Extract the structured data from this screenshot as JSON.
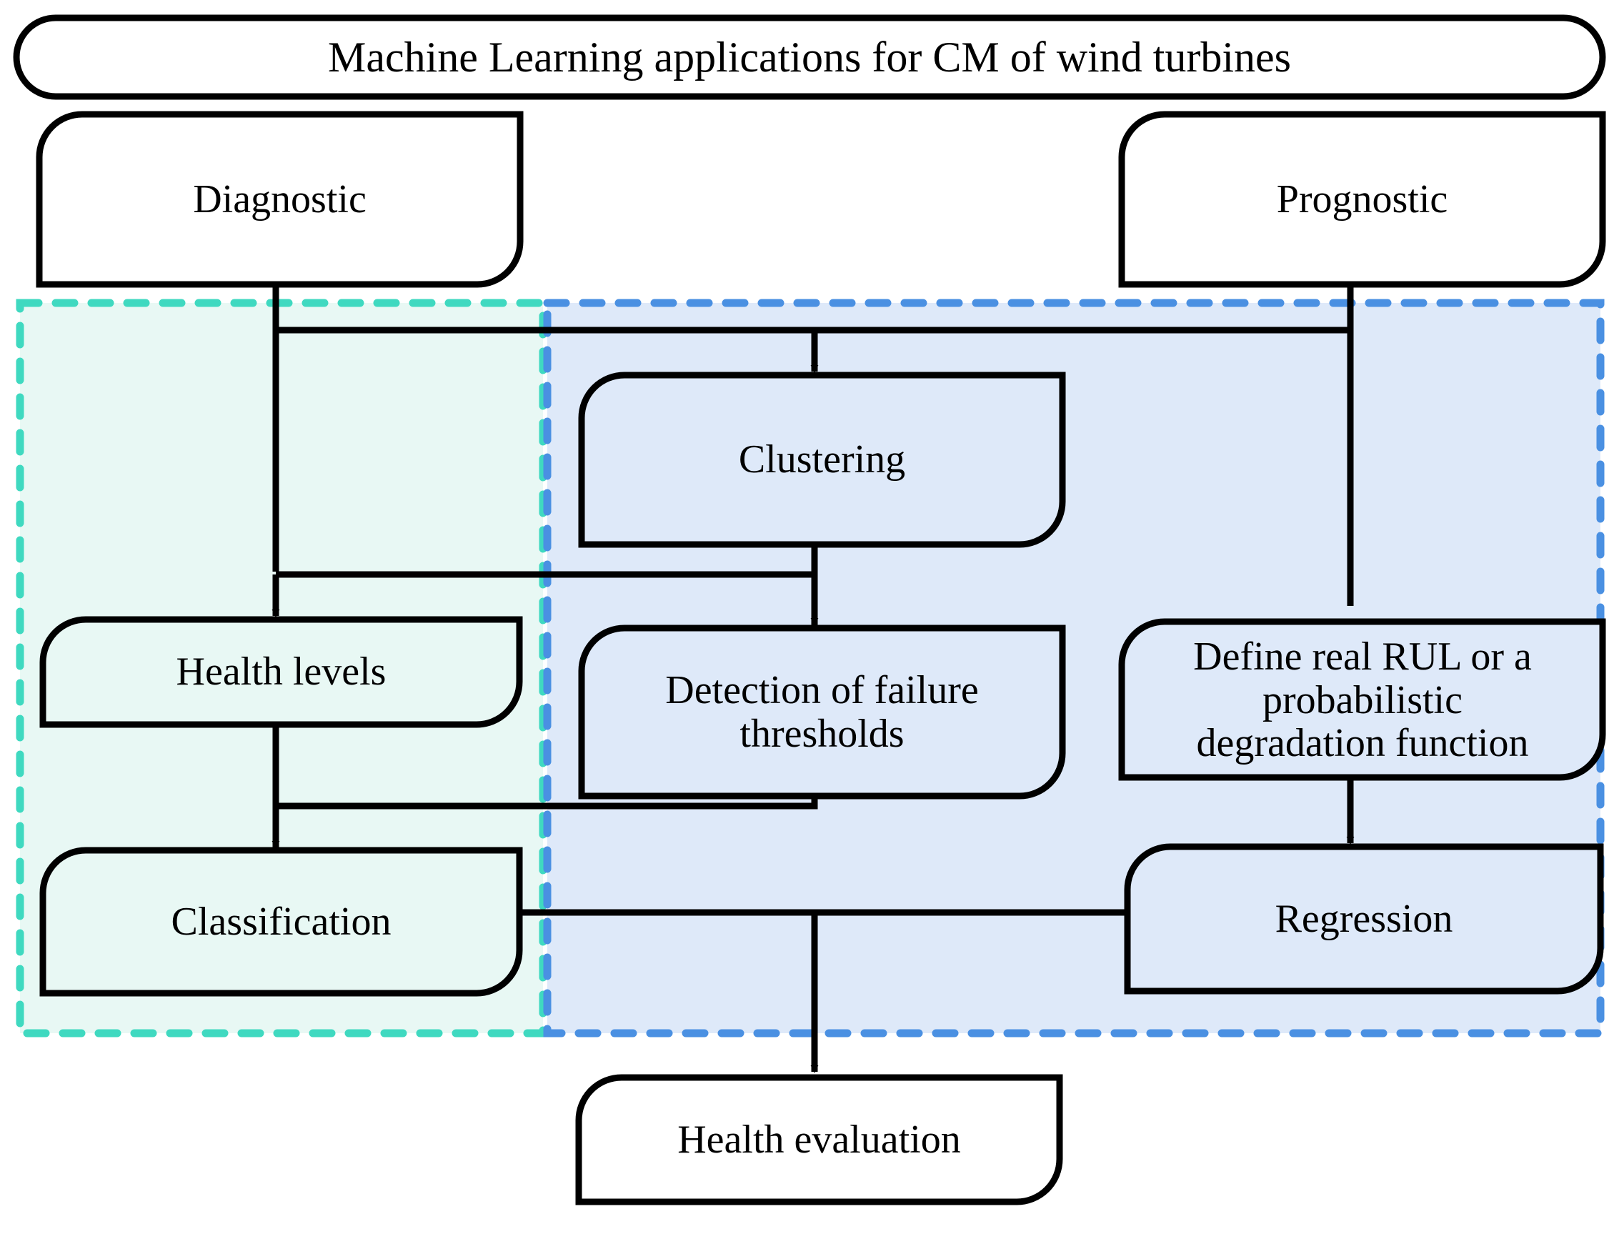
{
  "diagram": {
    "title": "Machine Learning applications for CM of wind turbines",
    "type": "flowchart",
    "regions": [
      {
        "id": "diagnostic-region",
        "name": "diagnostic-region",
        "border_color": "#3FD9C0",
        "fill_color": "#E8F8F4",
        "style": "dashed"
      },
      {
        "id": "prognostic-region",
        "name": "prognostic-region",
        "border_color": "#4A90E2",
        "fill_color": "#DEE9F9",
        "style": "dashed"
      }
    ],
    "nodes": {
      "title": "Machine Learning applications for CM of wind turbines",
      "diagnostic": "Diagnostic",
      "prognostic": "Prognostic",
      "clustering": "Clustering",
      "health_levels": "Health levels",
      "detection_thresholds": "Detection of failure\nthresholds",
      "define_rul": "Define real RUL or a\nprobabilistic\ndegradation function",
      "classification": "Classification",
      "regression": "Regression",
      "health_evaluation": "Health evaluation"
    },
    "edges": [
      {
        "from": "diagnostic",
        "to": "health_levels"
      },
      {
        "from": "diagnostic",
        "to": "clustering"
      },
      {
        "from": "prognostic",
        "to": "clustering"
      },
      {
        "from": "prognostic",
        "to": "define_rul"
      },
      {
        "from": "clustering",
        "to": "detection_thresholds"
      },
      {
        "from": "clustering",
        "to": "health_levels"
      },
      {
        "from": "detection_thresholds",
        "to": "classification"
      },
      {
        "from": "health_levels",
        "to": "classification"
      },
      {
        "from": "define_rul",
        "to": "regression"
      },
      {
        "from": "classification",
        "to": "health_evaluation"
      },
      {
        "from": "regression",
        "to": "health_evaluation"
      }
    ],
    "colors": {
      "stroke": "#000000",
      "teal_dash": "#3FD9C0",
      "teal_fill": "#E8F8F4",
      "blue_dash": "#4A90E2",
      "blue_fill": "#DEE9F9",
      "box_fill_white": "#FFFFFF"
    }
  }
}
